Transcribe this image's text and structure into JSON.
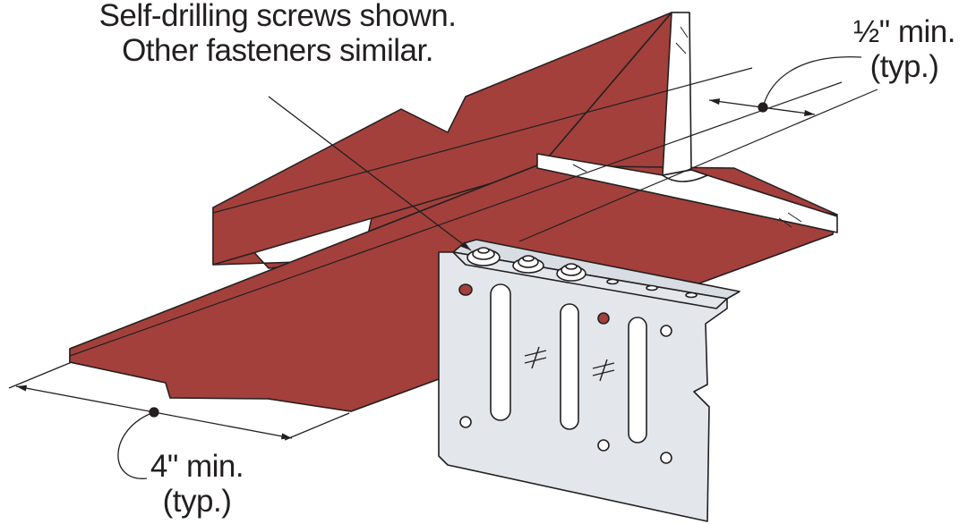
{
  "diagram": {
    "callouts": {
      "fasteners": {
        "line1": "Self-drilling screws shown.",
        "line2": "Other fasteners similar."
      },
      "edge_distance": {
        "line1": "½\" min.",
        "line2": "(typ.)"
      },
      "bearing_length": {
        "line1": "4\" min.",
        "line2": "(typ.)"
      }
    },
    "colors": {
      "steel_member": "#a3403c",
      "connector": "#e3e7ec",
      "outline": "#231f20",
      "background": "#ffffff"
    }
  }
}
